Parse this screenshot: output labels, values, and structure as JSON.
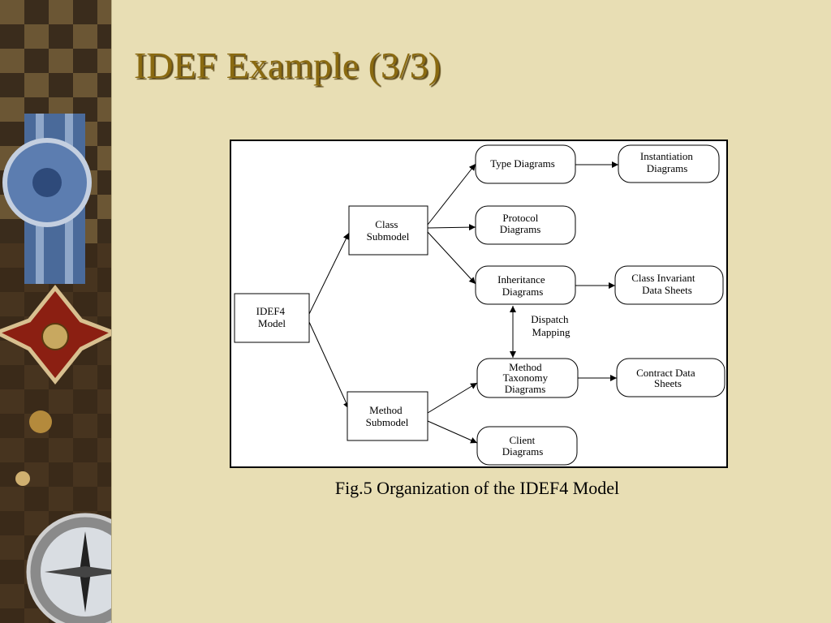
{
  "slide": {
    "title": "IDEF Example (3/3)",
    "caption": "Fig.5 Organization of the IDEF4 Model"
  },
  "colors": {
    "background": "#e8deb4",
    "title": "#8a6a10",
    "side_panel": "#2a1f14"
  },
  "side_panel": {
    "icons": [
      "medal-icon",
      "compass-icon",
      "ribbon-icon"
    ]
  },
  "diagram": {
    "nodes": {
      "idef4_model": [
        "IDEF4",
        "Model"
      ],
      "class_submodel": [
        "Class",
        "Submodel"
      ],
      "method_submodel": [
        "Method",
        "Submodel"
      ],
      "type_diagrams": [
        "Type Diagrams"
      ],
      "protocol_diagrams": [
        "Protocol",
        "Diagrams"
      ],
      "inheritance_diagrams": [
        "Inheritance",
        "Diagrams"
      ],
      "method_taxonomy_diagrams": [
        "Method",
        "Taxonomy",
        "Diagrams"
      ],
      "client_diagrams": [
        "Client",
        "Diagrams"
      ],
      "instantiation_diagrams": [
        "Instantiation",
        "Diagrams"
      ],
      "class_invariant_data_sheets": [
        "Class Invariant",
        "Data Sheets"
      ],
      "contract_data_sheets": [
        "Contract Data",
        "Sheets"
      ]
    },
    "edge_labels": {
      "dispatch_mapping": [
        "Dispatch",
        "Mapping"
      ]
    }
  }
}
